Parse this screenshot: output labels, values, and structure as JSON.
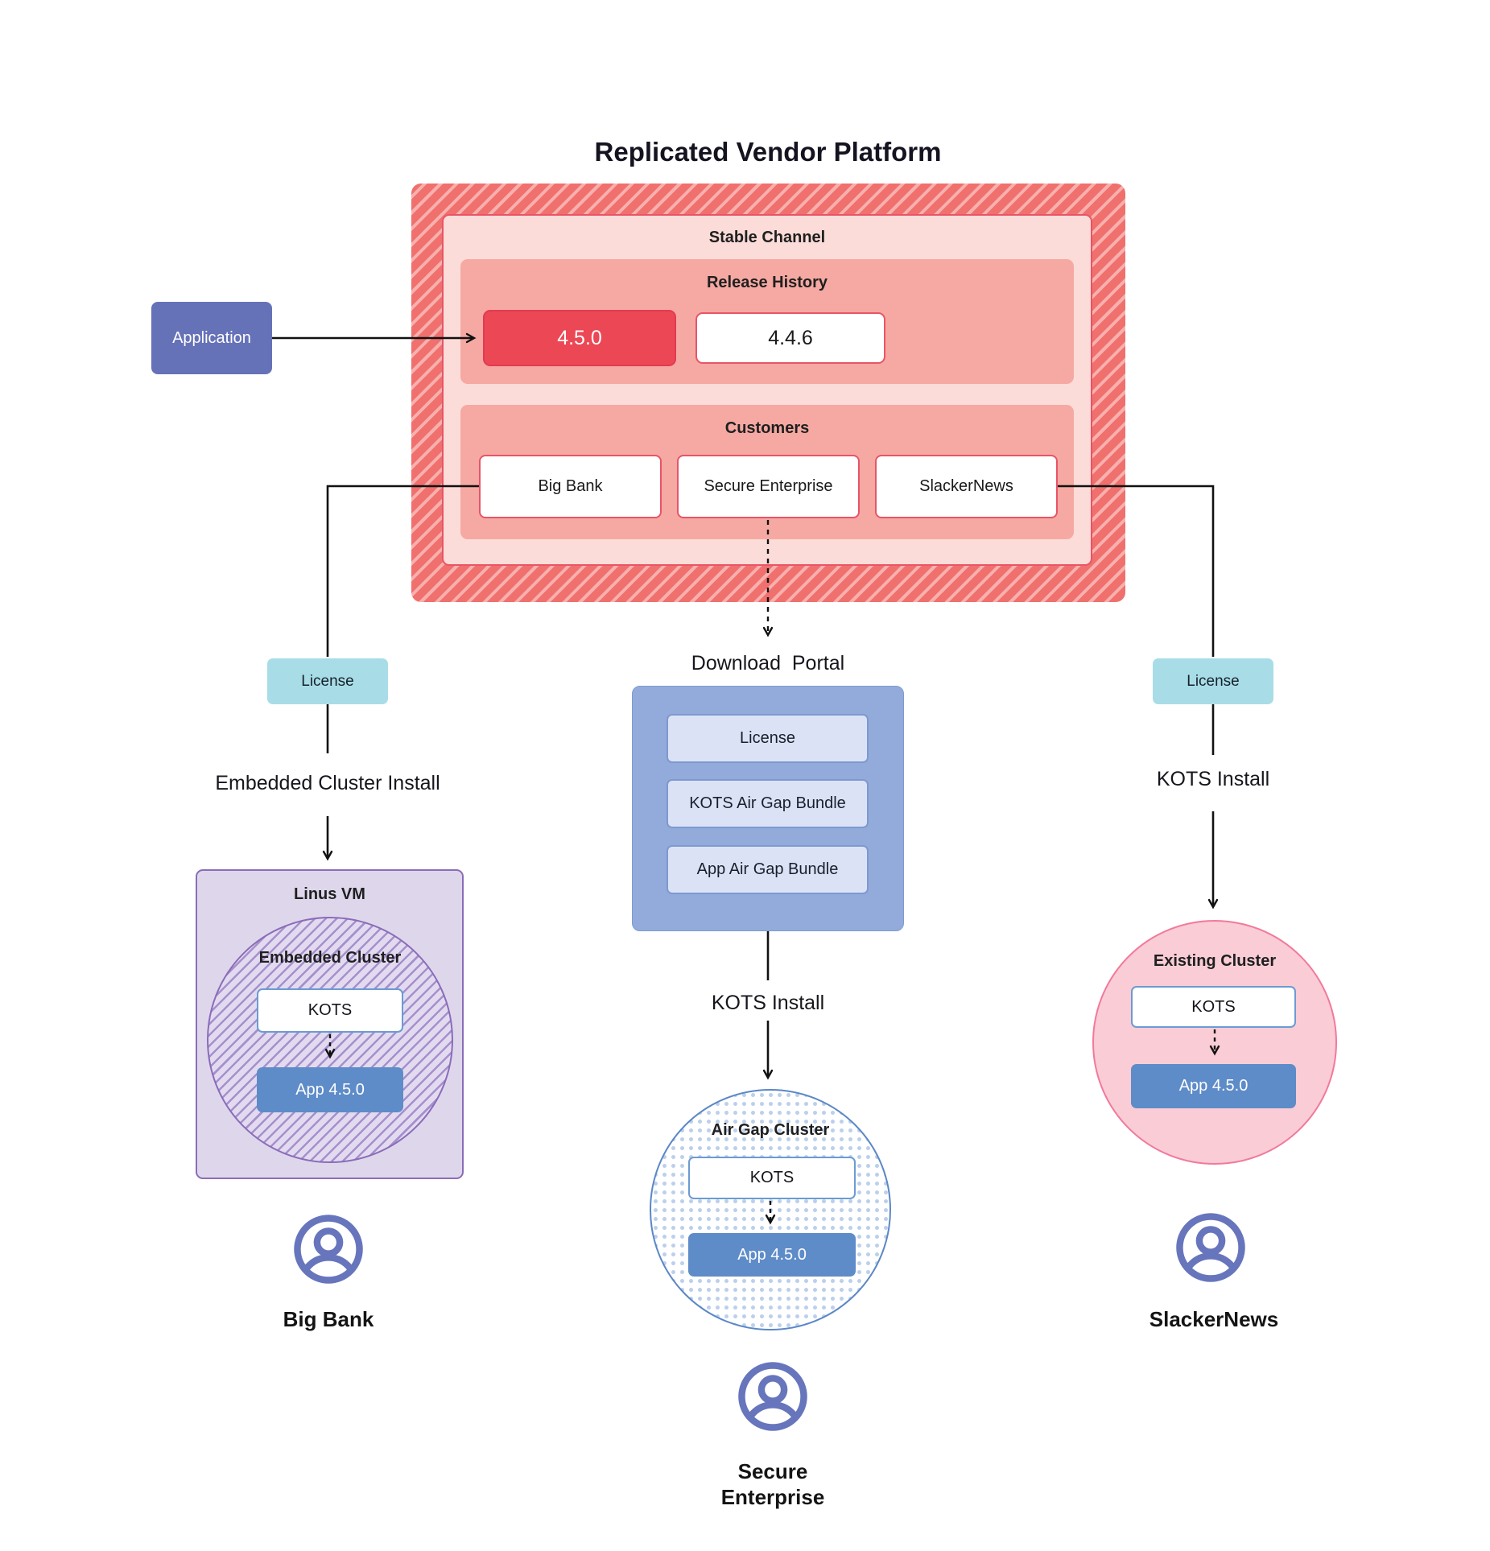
{
  "title": "Replicated Vendor Platform",
  "application": {
    "label": "Application"
  },
  "platform": {
    "stable_channel": {
      "label": "Stable Channel"
    },
    "release_history": {
      "label": "Release History",
      "releases": [
        {
          "version": "4.5.0",
          "current": true
        },
        {
          "version": "4.4.6",
          "current": false
        }
      ]
    },
    "customers": {
      "label": "Customers",
      "items": [
        "Big Bank",
        "Secure Enterprise",
        "SlackerNews"
      ]
    }
  },
  "left_flow": {
    "license_label": "License",
    "install_label": "Embedded Cluster Install",
    "vm_label": "Linus VM",
    "cluster_label": "Embedded Cluster",
    "kots_label": "KOTS",
    "app_label": "App 4.5.0",
    "user_label": "Big Bank"
  },
  "middle_flow": {
    "portal_title": "Download  Portal",
    "portal_items": [
      "License",
      "KOTS Air Gap Bundle",
      "App Air Gap Bundle"
    ],
    "install_label": "KOTS Install",
    "cluster_label": "Air Gap Cluster",
    "kots_label": "KOTS",
    "app_label": "App 4.5.0",
    "user_label": "Secure Enterprise"
  },
  "right_flow": {
    "license_label": "License",
    "install_label": "KOTS Install",
    "cluster_label": "Existing Cluster",
    "kots_label": "KOTS",
    "app_label": "App 4.5.0",
    "user_label": "SlackerNews"
  },
  "colors": {
    "hatch_base": "#f0706e",
    "hatch_stripe": "#f7b0ad",
    "stable_fill": "#fcdcd8",
    "salmon_fill": "#f5a9a2",
    "red_border": "#e85467",
    "current_release_fill": "#ec4755",
    "application_fill": "#6672b8",
    "license_fill": "#a8dde7",
    "portal_fill": "#92abda",
    "portal_item_fill": "#dce2f6",
    "kots_border": "#6b9bd2",
    "app_fill": "#5e8cc8",
    "vm_fill": "#ded7ec",
    "purple_border": "#8a6cb8",
    "pink_circle_fill": "#f9ccd6",
    "pink_circle_border": "#f2799c",
    "user_icon": "#6775bc",
    "line": "#111111"
  }
}
